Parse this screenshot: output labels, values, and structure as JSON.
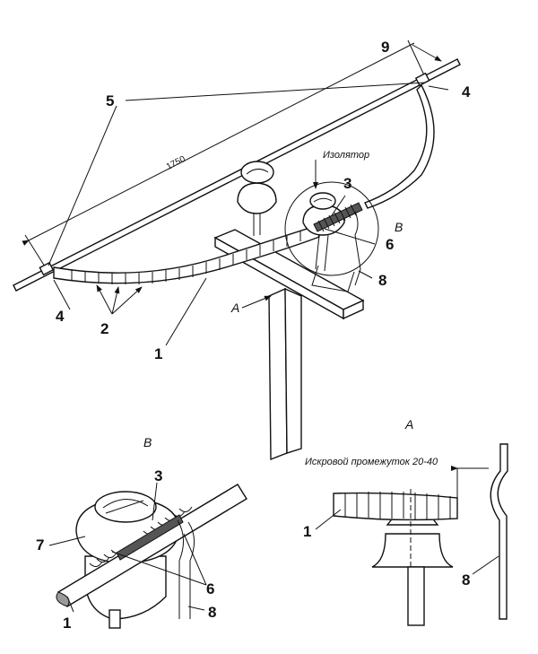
{
  "labels": {
    "n1": "1",
    "n2": "2",
    "n3": "3",
    "n4": "4",
    "n5": "5",
    "n6": "6",
    "n7": "7",
    "n8": "8",
    "n9": "9",
    "view_a": "A",
    "view_b": "B",
    "dimension": "1750",
    "insulator": "Изолятор",
    "spark_gap": "Искровой промежуток 20-40"
  }
}
